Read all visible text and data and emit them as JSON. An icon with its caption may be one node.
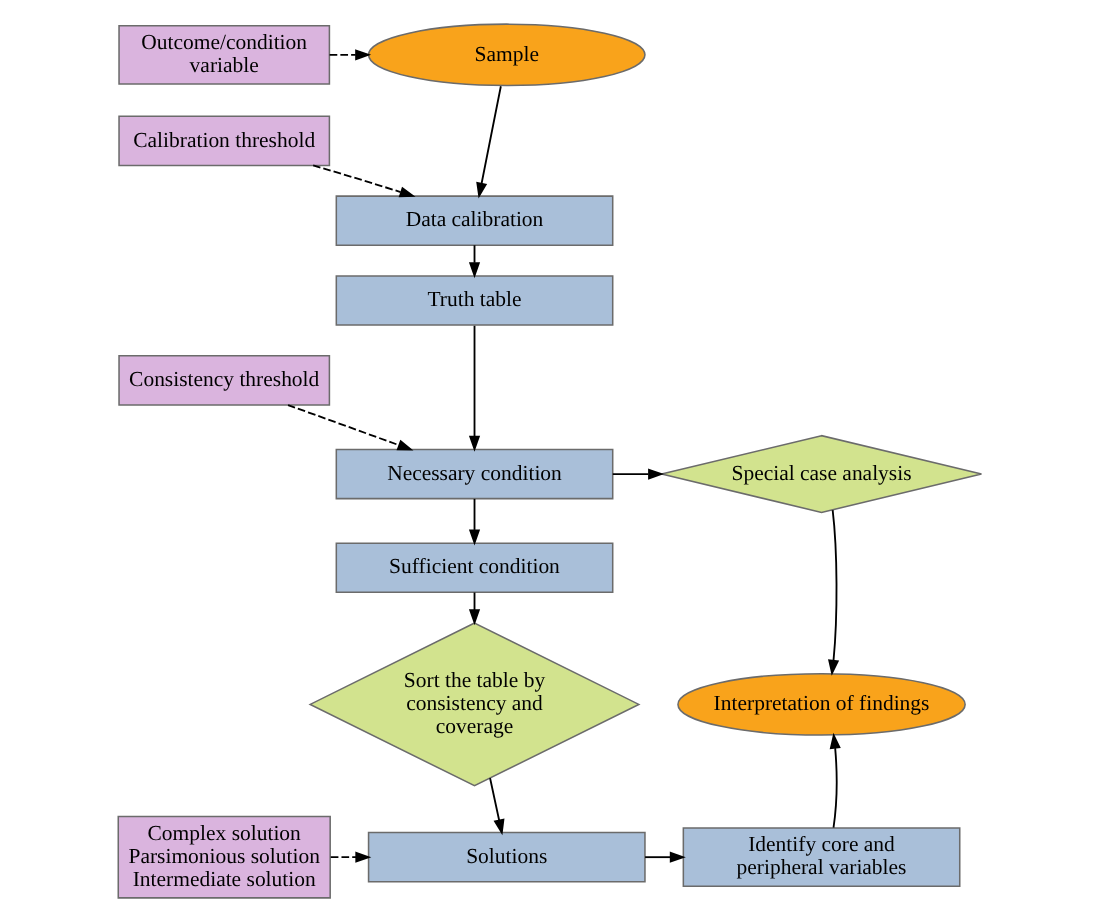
{
  "diagram": {
    "nodes": [
      {
        "text": [
          "Outcome/condition variable"
        ]
      },
      {
        "text": [
          "Sample"
        ]
      },
      {
        "text": [
          "Calibration threshold"
        ]
      },
      {
        "text": [
          "Data calibration"
        ]
      },
      {
        "text": [
          "Truth table"
        ]
      },
      {
        "text": [
          "Consistency threshold"
        ]
      },
      {
        "text": [
          "Necessary condition"
        ]
      },
      {
        "text": [
          "Special case analysis"
        ]
      },
      {
        "text": [
          "Sufficient condition"
        ]
      },
      {
        "text": [
          "Interpretation of findings"
        ]
      },
      {
        "text": [
          "Sort the table by consistency and coverage"
        ]
      },
      {
        "text": [
          "Complex solution",
          "Parsimonious solution",
          "Intermediate solution"
        ]
      },
      {
        "text": [
          "Solutions"
        ]
      },
      {
        "text": [
          "Identify core and peripheral variables"
        ]
      }
    ],
    "edges": [
      {
        "from": 0,
        "to": 1,
        "arrow": "to",
        "style": "dashed"
      },
      {
        "from": 2,
        "to": 3,
        "arrow": "to",
        "style": "dashed"
      },
      {
        "from": 1,
        "to": 3,
        "arrow": "to"
      },
      {
        "from": 3,
        "to": 4,
        "arrow": "to"
      },
      {
        "from": 5,
        "to": 6,
        "arrow": "to",
        "style": "dashed"
      },
      {
        "from": 4,
        "to": 6,
        "arrow": "to"
      },
      {
        "from": 6,
        "to": 7,
        "arrow": "to"
      },
      {
        "from": 6,
        "to": 8,
        "arrow": "to"
      },
      {
        "from": 7,
        "to": 9,
        "arrow": "to"
      },
      {
        "from": 8,
        "to": 10,
        "arrow": "to"
      },
      {
        "from": 10,
        "to": 12,
        "arrow": "to"
      },
      {
        "from": 11,
        "to": 12,
        "arrow": "to",
        "style": "dashed"
      },
      {
        "from": 12,
        "to": 13,
        "arrow": "to"
      },
      {
        "from": 13,
        "to": 9,
        "arrow": "to"
      }
    ]
  }
}
